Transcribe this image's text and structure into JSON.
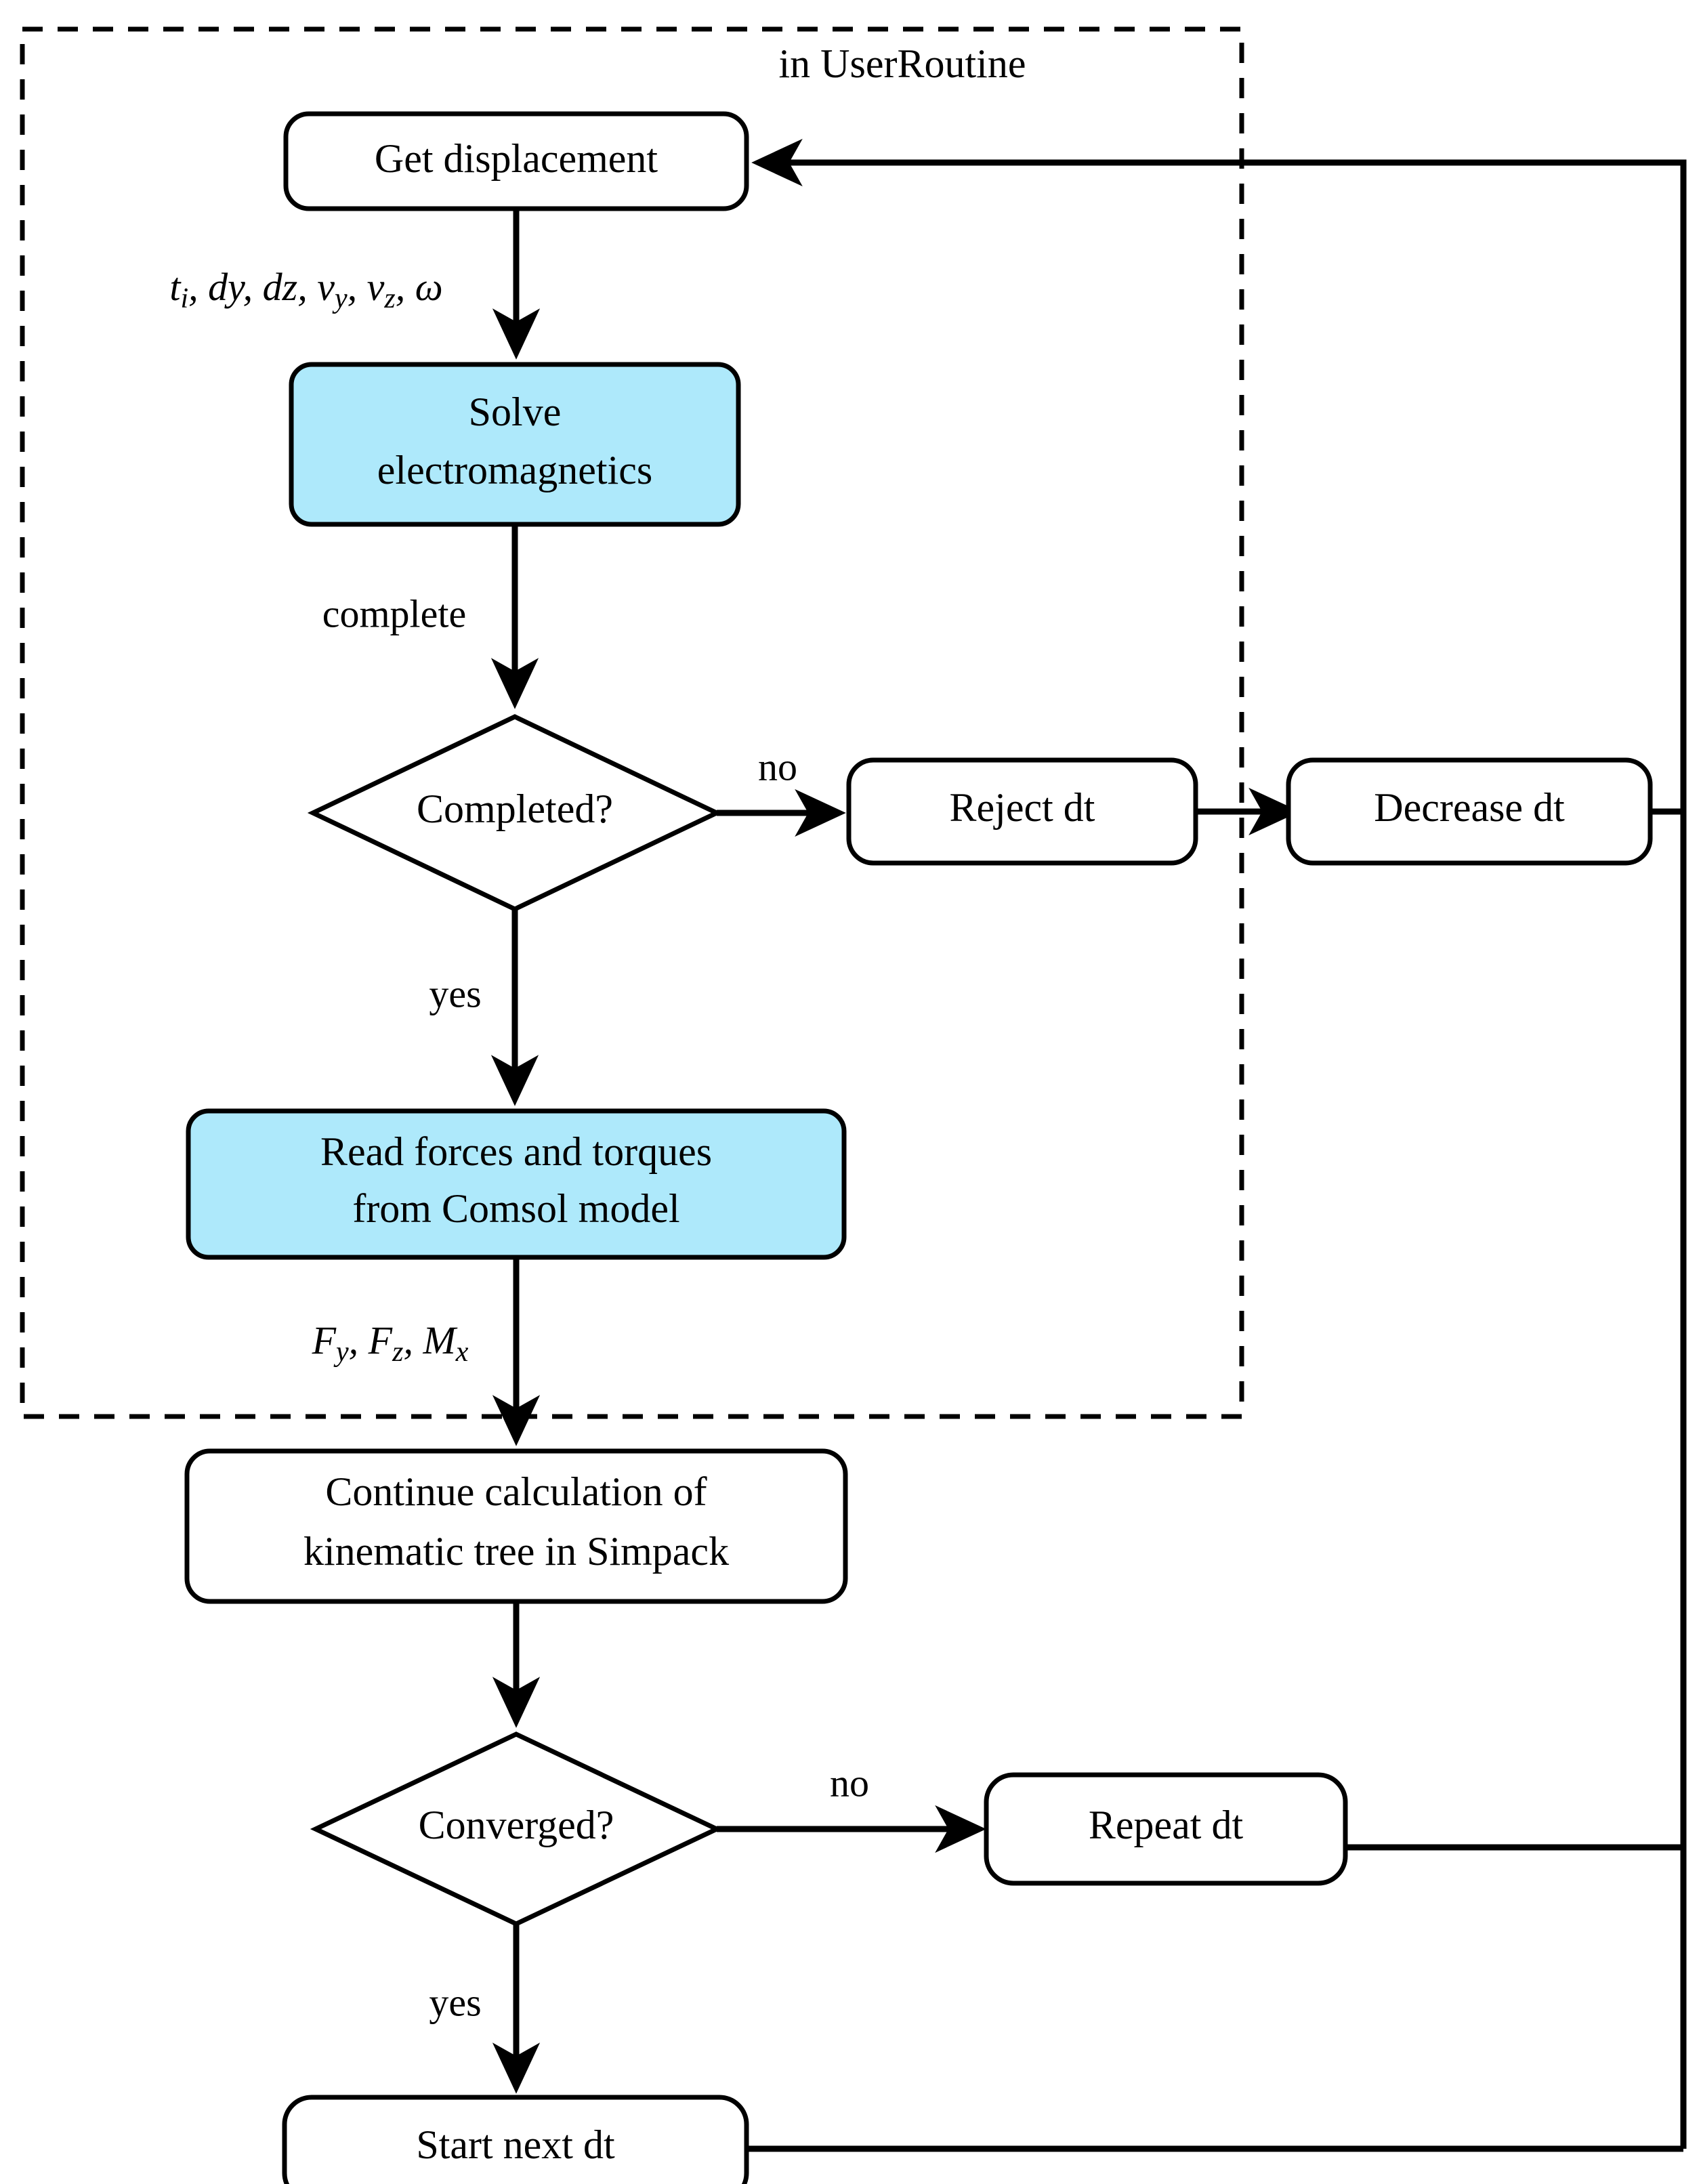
{
  "diagram": {
    "title_note": "in UserRoutine",
    "accent_color": "#AEE9FB",
    "line_color": "#000000",
    "background_color": "#FFFFFF",
    "group": {
      "label": "in UserRoutine",
      "style": "dashed"
    },
    "nodes": [
      {
        "id": "get-displacement",
        "label": "Get displacement",
        "shape": "rounded-rect",
        "filled": false
      },
      {
        "id": "solve-electromagnetics",
        "label_line1": "Solve",
        "label_line2": "electromagnetics",
        "shape": "rounded-rect",
        "filled": true
      },
      {
        "id": "completed-decision",
        "label": "Completed?",
        "shape": "diamond",
        "filled": false
      },
      {
        "id": "reject-dt",
        "label": "Reject dt",
        "shape": "rounded-rect",
        "filled": false
      },
      {
        "id": "decrease-dt",
        "label": "Decrease dt",
        "shape": "rounded-rect",
        "filled": false
      },
      {
        "id": "read-forces",
        "label_line1": "Read forces and torques",
        "label_line2": "from Comsol model",
        "shape": "rounded-rect",
        "filled": true
      },
      {
        "id": "continue-calculation",
        "label_line1": "Continue calculation of",
        "label_line2": "kinematic tree in Simpack",
        "shape": "rounded-rect",
        "filled": false
      },
      {
        "id": "converged-decision",
        "label": "Converged?",
        "shape": "diamond",
        "filled": false
      },
      {
        "id": "repeat-dt",
        "label": "Repeat dt",
        "shape": "rounded-rect",
        "filled": false
      },
      {
        "id": "start-next-dt",
        "label": "Start next dt",
        "shape": "rounded-rect",
        "filled": false
      }
    ],
    "edge_labels": {
      "displacement_vars_prefix": "t",
      "displacement_vars_sub1": "i",
      "displacement_vars_mid": ", dy, dz, v",
      "displacement_vars_sub2": "y",
      "displacement_vars_mid2": ", v",
      "displacement_vars_sub3": "z",
      "displacement_vars_tail": ", ω",
      "complete": "complete",
      "completed_no": "no",
      "completed_yes": "yes",
      "forces_prefix": "F",
      "forces_sub1": "y",
      "forces_mid": ", F",
      "forces_sub2": "z",
      "forces_mid2": ", M",
      "forces_sub3": "x",
      "converged_no": "no",
      "converged_yes": "yes"
    }
  }
}
